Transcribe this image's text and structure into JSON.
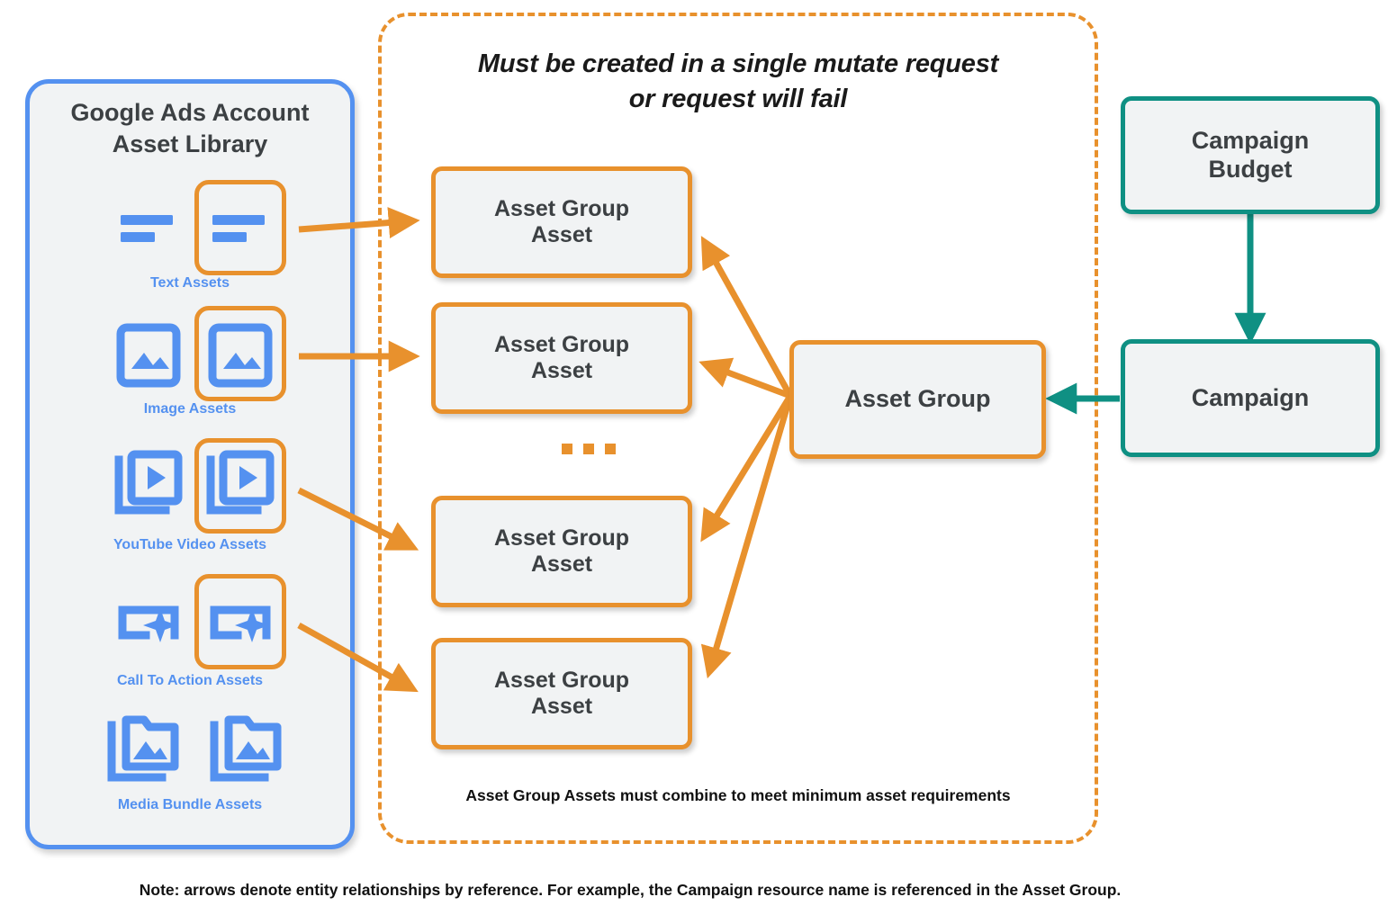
{
  "colors": {
    "orange": "#e8912d",
    "blue": "#5491f0",
    "teal": "#0f9083",
    "card_fill": "#f1f3f4",
    "text_dark": "#3c4043"
  },
  "library": {
    "title": "Google Ads Account\nAsset Library",
    "title_line1": "Google Ads Account",
    "title_line2": "Asset Library",
    "items": [
      {
        "label": "Text Assets",
        "icon": "text-lines-icon",
        "highlighted": true
      },
      {
        "label": "Image Assets",
        "icon": "image-icon",
        "highlighted": true
      },
      {
        "label": "YouTube Video  Assets",
        "icon": "video-stack-icon",
        "highlighted": true
      },
      {
        "label": "Call To Action Assets",
        "icon": "call-to-action-icon",
        "highlighted": true
      },
      {
        "label": "Media Bundle  Assets",
        "icon": "media-bundle-icon",
        "highlighted": false
      }
    ]
  },
  "mutate_container": {
    "title_line1": "Must be created in a single mutate request",
    "title_line2": "or request will fail",
    "footnote": "Asset Group Assets must combine to meet minimum asset requirements",
    "asset_group_assets": [
      {
        "line1": "Asset Group",
        "line2": "Asset"
      },
      {
        "line1": "Asset Group",
        "line2": "Asset"
      },
      {
        "line1": "Asset Group",
        "line2": "Asset"
      },
      {
        "line1": "Asset Group",
        "line2": "Asset"
      }
    ],
    "ellipsis": "..."
  },
  "nodes": {
    "asset_group": "Asset Group",
    "campaign_budget_line1": "Campaign",
    "campaign_budget_line2": "Budget",
    "campaign": "Campaign"
  },
  "note": "Note: arrows denote entity relationships by reference. For example, the Campaign resource name is referenced in the Asset Group."
}
